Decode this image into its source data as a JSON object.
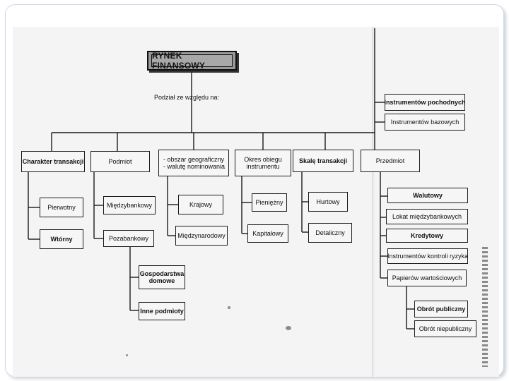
{
  "diagram": {
    "root": "RYNEK FINANSOWY",
    "caption": "Podział ze względu na:",
    "categories": [
      {
        "label": "Charakter transakcji",
        "children": [
          "Pierwotny",
          "Wtórny"
        ]
      },
      {
        "label": "Podmiot",
        "children": [
          "Międzybankowy",
          "Pozabankowy"
        ],
        "grandchildren": [
          "Gospodarstwa domowe",
          "Inne podmioty"
        ]
      },
      {
        "label_lines": [
          "- obszar geograficzny",
          "- walutę nominowania"
        ],
        "children": [
          "Krajowy",
          "Międzynarodowy"
        ]
      },
      {
        "label": "Okres obiegu instrumentu",
        "children": [
          "Pieniężny",
          "Kapitałowy"
        ]
      },
      {
        "label": "Skalę transakcji",
        "children": [
          "Hurtowy",
          "Detaliczny"
        ]
      },
      {
        "label": "Przedmiot",
        "upper": [
          "Instrumentów pochodnych",
          "Instrumentów bazowych"
        ],
        "children": [
          "Walutowy",
          "Lokat międzybankowych",
          "Kredytowy",
          "Instrumentów kontroli ryzyka",
          "Papierów wartościowych"
        ],
        "grandchildren": [
          "Obrót publiczny",
          "Obrót niepubliczny"
        ]
      }
    ]
  }
}
